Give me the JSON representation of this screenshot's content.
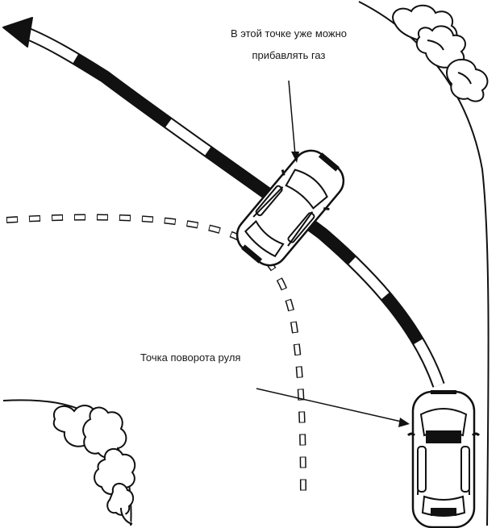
{
  "annotations": {
    "gas_line1": "В этой точке уже можно",
    "gas_line2": "прибавлять газ",
    "steering_point": "Точка поворота руля"
  },
  "colors": {
    "ink": "#111111",
    "paper": "#ffffff"
  }
}
